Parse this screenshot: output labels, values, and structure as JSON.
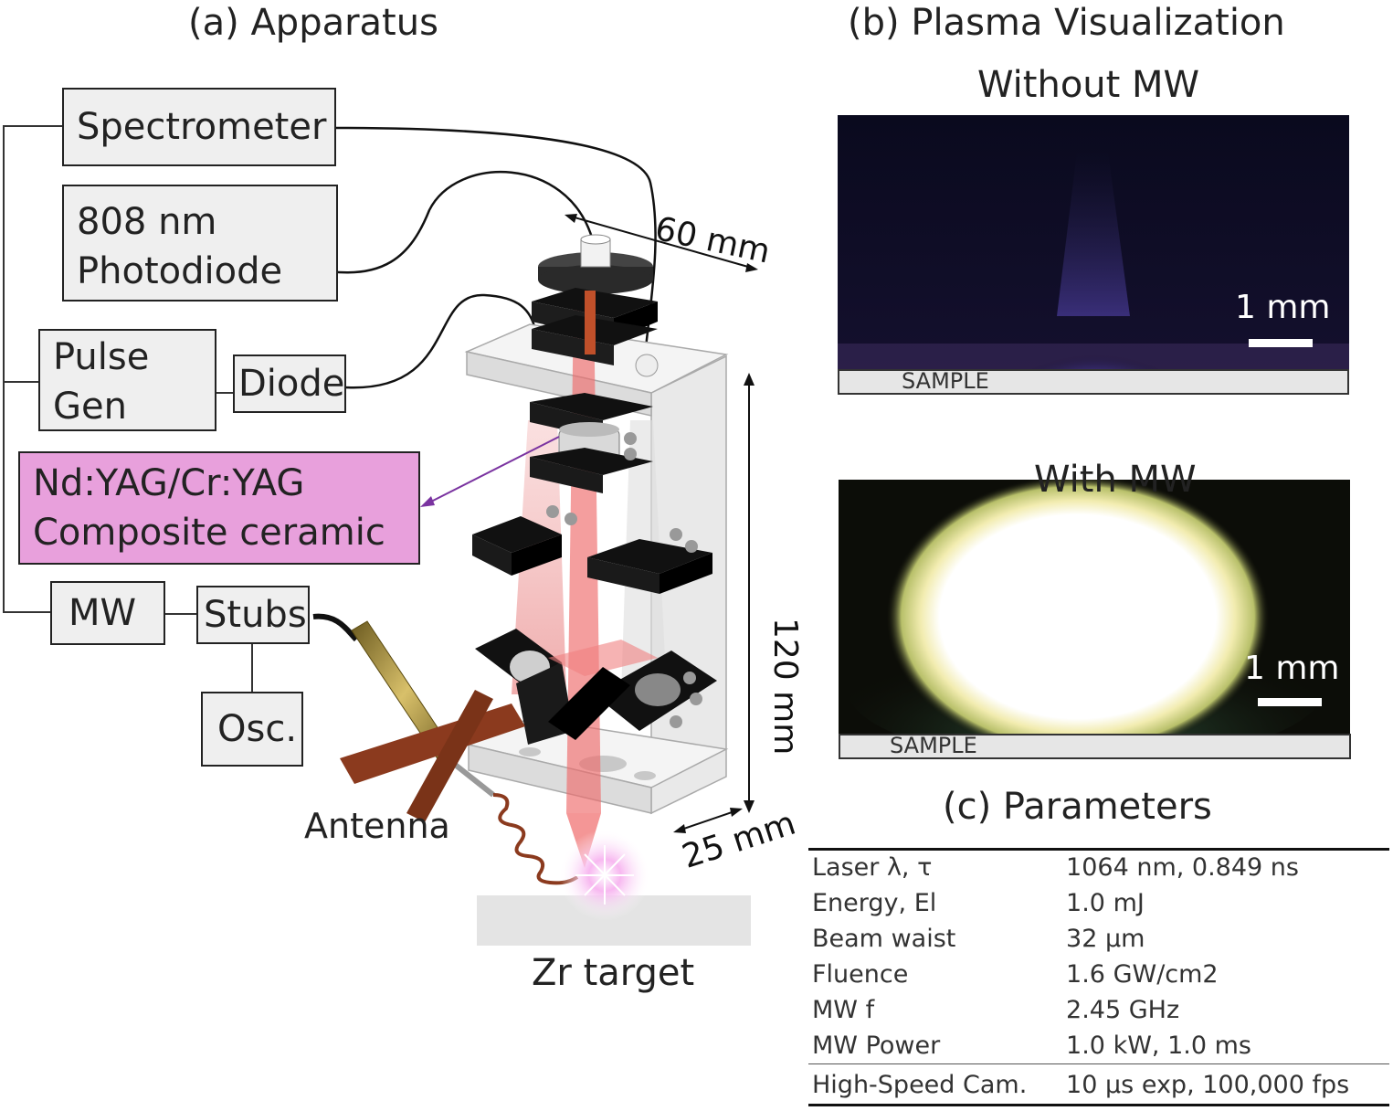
{
  "panel_a": {
    "title": "(a) Apparatus",
    "boxes": {
      "spectrometer": "Spectrometer",
      "photodiode_line1": "808 nm",
      "photodiode_line2": "Photodiode",
      "pulsegen_line1": "Pulse",
      "pulsegen_line2": "Gen",
      "diode": "Diode",
      "ceramic_line1": "Nd:YAG/Cr:YAG",
      "ceramic_line2": "Composite ceramic",
      "mw": "MW",
      "stubs": "Stubs",
      "osc": "Osc."
    },
    "labels": {
      "dim_60": "60 mm",
      "dim_120": "120 mm",
      "dim_25": "25 mm",
      "antenna": "Antenna",
      "target": "Zr target"
    },
    "colors": {
      "ceramic_box": "#e8a0dc",
      "box_fill": "#efefef",
      "antenna": "#8b3a1e",
      "beam": "#f08080"
    }
  },
  "panel_b": {
    "title": "(b) Plasma Visualization",
    "without": {
      "label": "Without MW",
      "scale": "1 mm",
      "sample": "SAMPLE"
    },
    "with": {
      "label": "With MW",
      "scale": "1 mm",
      "sample": "SAMPLE"
    }
  },
  "panel_c": {
    "title": "(c) Parameters",
    "rows": [
      {
        "name": "Laser λ, τ",
        "value": "1064 nm, 0.849 ns"
      },
      {
        "name": "Energy, El",
        "value": "1.0 mJ"
      },
      {
        "name": "Beam waist",
        "value": "32 μm"
      },
      {
        "name": "Fluence",
        "value": "1.6 GW/cm2"
      },
      {
        "name": "MW f",
        "value": "2.45 GHz"
      },
      {
        "name": "MW Power",
        "value": "1.0 kW, 1.0 ms"
      },
      {
        "name": "High-Speed Cam.",
        "value": "10 μs exp, 100,000 fps"
      }
    ]
  }
}
